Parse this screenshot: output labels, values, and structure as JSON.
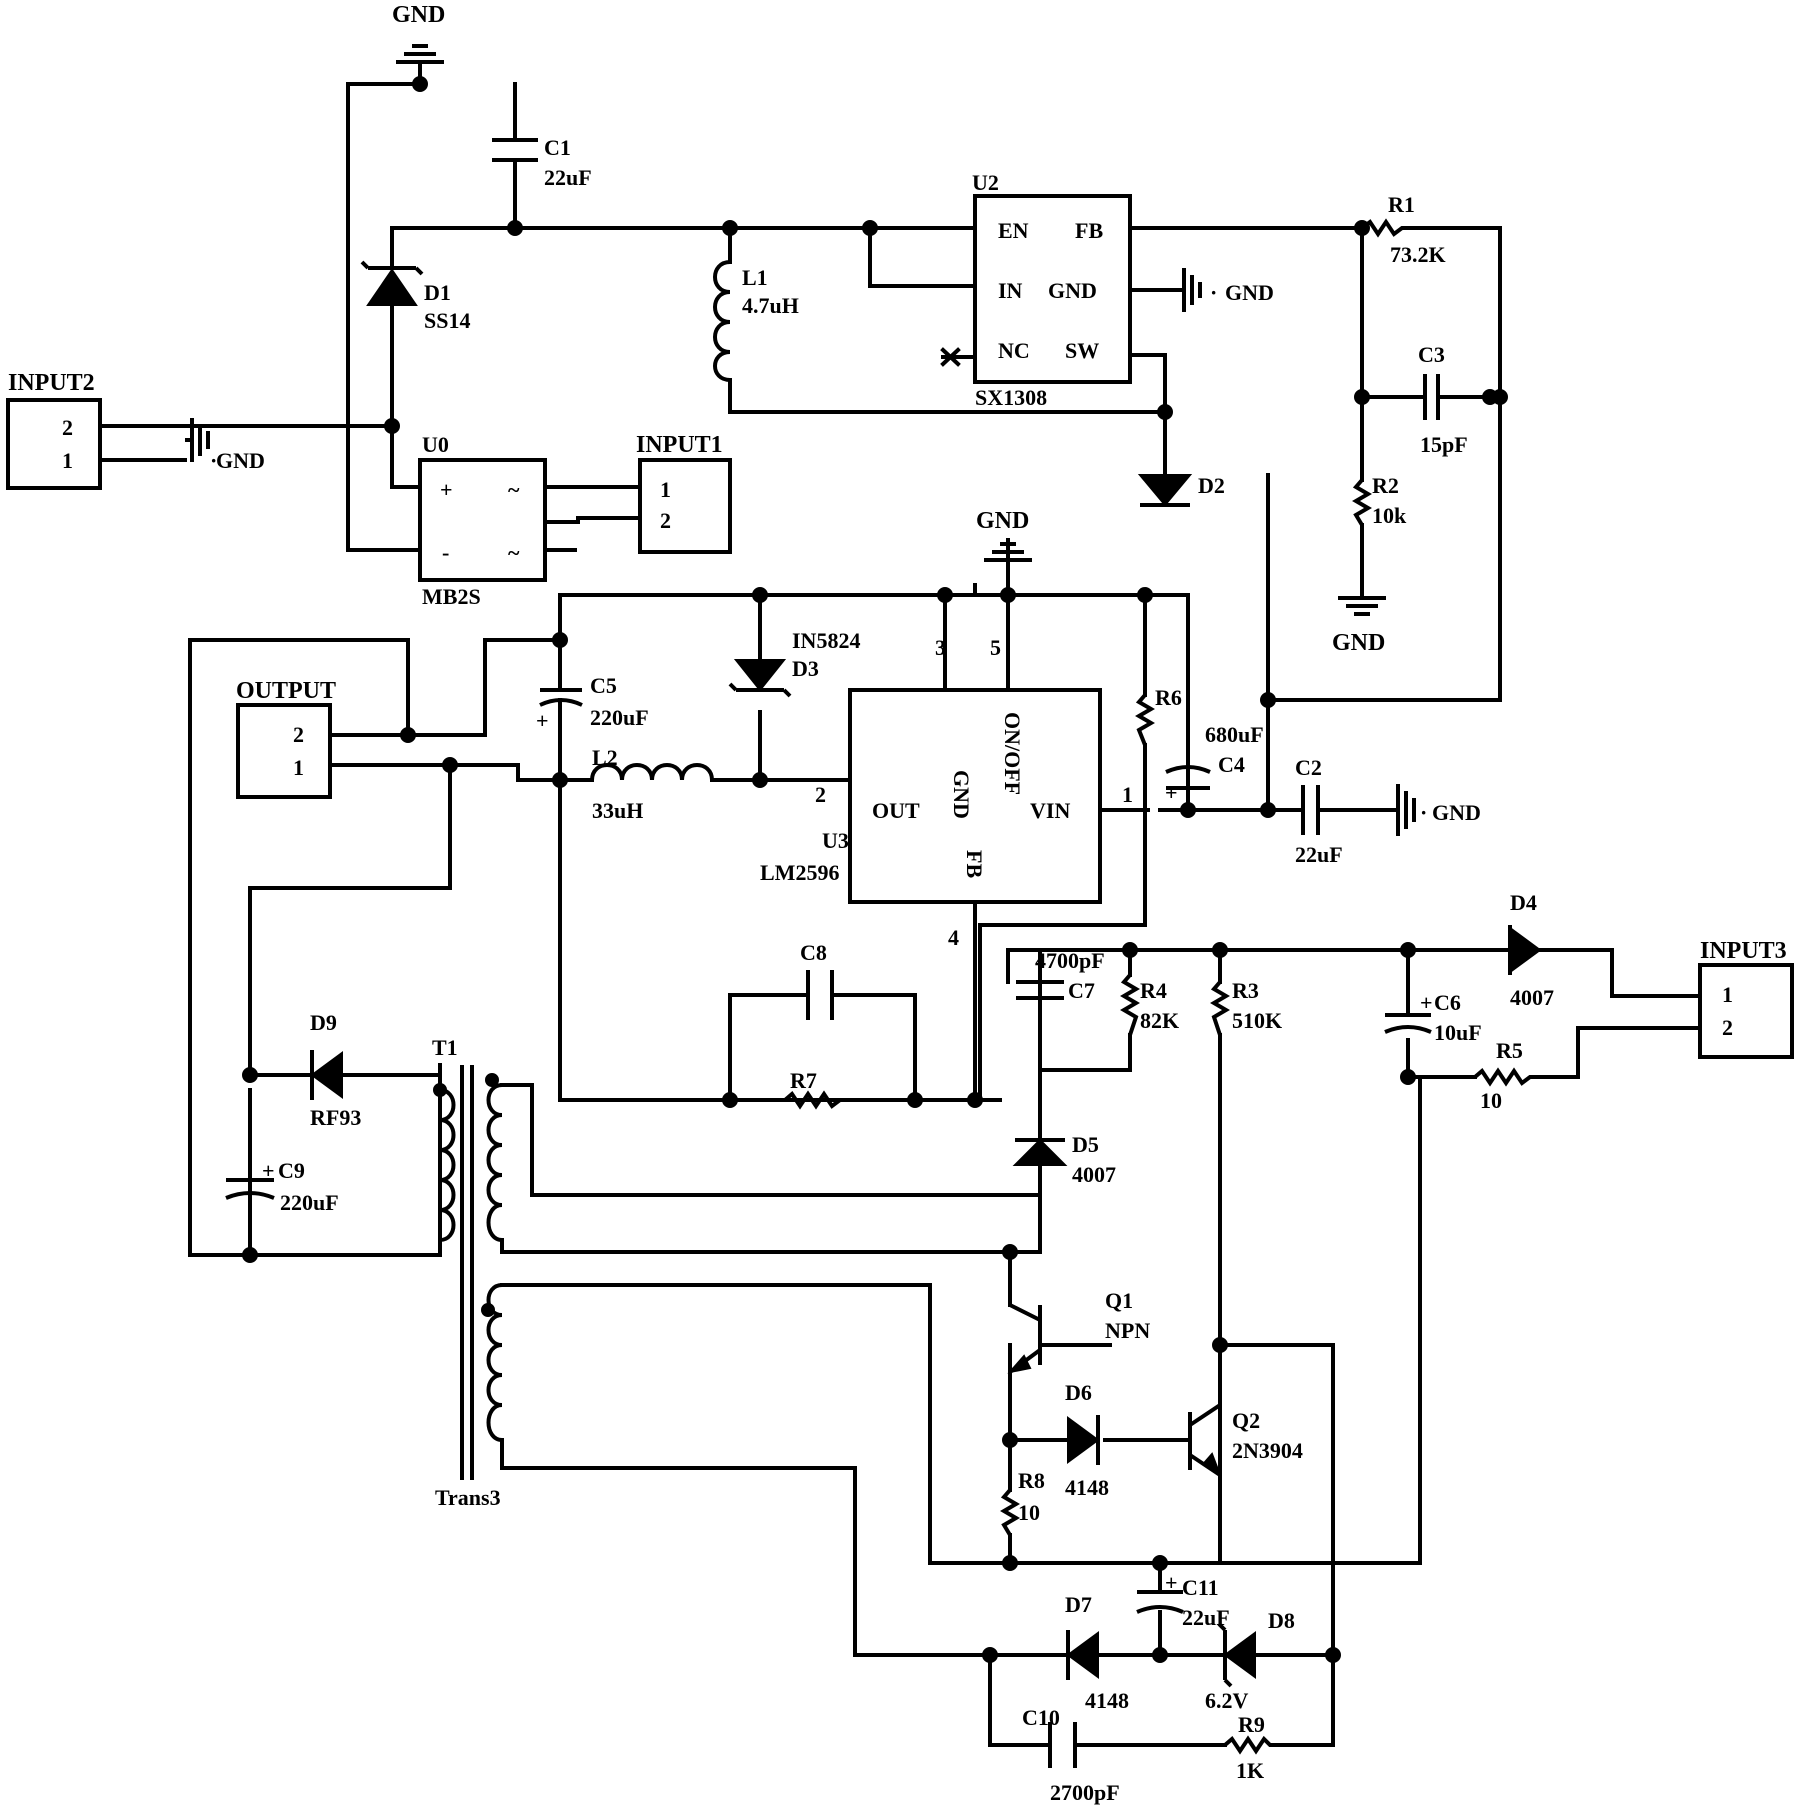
{
  "gnd": "GND",
  "components": {
    "C1": {
      "ref": "C1",
      "value": "22uF"
    },
    "U2": {
      "ref": "U2",
      "part": "SX1308",
      "pins": {
        "en": "EN",
        "fb": "FB",
        "in": "IN",
        "gnd": "GND",
        "nc": "NC",
        "sw": "SW"
      }
    },
    "R1": {
      "ref": "R1",
      "value": "73.2K"
    },
    "L1": {
      "ref": "L1",
      "value": "4.7uH"
    },
    "D1": {
      "ref": "D1",
      "value": "SS14"
    },
    "C3": {
      "ref": "C3",
      "value": "15pF"
    },
    "R2": {
      "ref": "R2",
      "value": "10k"
    },
    "D2": {
      "ref": "D2"
    },
    "INPUT2": {
      "ref": "INPUT2",
      "pin_a": "2",
      "pin_b": "1"
    },
    "U0": {
      "ref": "U0",
      "part": "MB2S",
      "plus": "+",
      "minus": "-",
      "ac": "~"
    },
    "INPUT1": {
      "ref": "INPUT1",
      "pin_a": "1",
      "pin_b": "2"
    },
    "OUTPUT": {
      "ref": "OUTPUT",
      "pin_a": "2",
      "pin_b": "1"
    },
    "C5": {
      "ref": "C5",
      "value": "220uF",
      "polarity": "+"
    },
    "D3": {
      "ref": "D3",
      "part": "IN5824"
    },
    "L2": {
      "ref": "L2",
      "value": "33uH"
    },
    "U3": {
      "ref": "U3",
      "part": "LM2596",
      "pins": {
        "gnd": "GND",
        "onoff": "ON/OFF",
        "out": "OUT",
        "vin": "VIN",
        "fb": "FB"
      },
      "pin_numbers": {
        "p1": "1",
        "p2": "2",
        "p3": "3",
        "p4": "4",
        "p5": "5"
      }
    },
    "R6": {
      "ref": "R6"
    },
    "C4": {
      "ref": "C4",
      "value": "680uF",
      "polarity": "+"
    },
    "C2": {
      "ref": "C2",
      "value": "22uF"
    },
    "C8": {
      "ref": "C8"
    },
    "R7": {
      "ref": "R7"
    },
    "D4": {
      "ref": "D4",
      "value": "4007"
    },
    "INPUT3": {
      "ref": "INPUT3",
      "pin_a": "1",
      "pin_b": "2"
    },
    "C7": {
      "ref": "C7",
      "value": "4700pF"
    },
    "R4": {
      "ref": "R4",
      "value": "82K"
    },
    "R3": {
      "ref": "R3",
      "value": "510K"
    },
    "C6": {
      "ref": "C6",
      "value": "10uF",
      "polarity": "+"
    },
    "R5": {
      "ref": "R5",
      "value": "10"
    },
    "D9": {
      "ref": "D9",
      "value": "RF93"
    },
    "T1": {
      "ref": "T1",
      "part": "Trans3"
    },
    "C9": {
      "ref": "C9",
      "value": "220uF",
      "polarity": "+"
    },
    "D5": {
      "ref": "D5",
      "value": "4007"
    },
    "Q1": {
      "ref": "Q1",
      "value": "NPN"
    },
    "D6": {
      "ref": "D6",
      "value": "4148"
    },
    "Q2": {
      "ref": "Q2",
      "value": "2N3904"
    },
    "R8": {
      "ref": "R8",
      "value": "10"
    },
    "C11": {
      "ref": "C11",
      "value": "22uF",
      "polarity": "+"
    },
    "D7": {
      "ref": "D7",
      "value": "4148"
    },
    "D8": {
      "ref": "D8",
      "value": "6.2V"
    },
    "C10": {
      "ref": "C10",
      "value": "2700pF"
    },
    "R9": {
      "ref": "R9",
      "value": "1K"
    }
  }
}
